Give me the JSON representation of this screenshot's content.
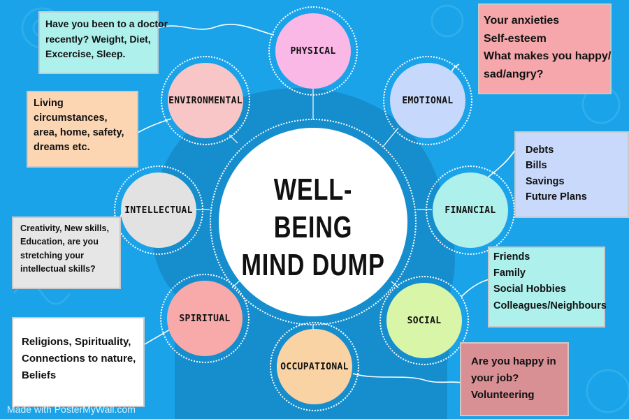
{
  "title": {
    "line1": "WELL-BEING",
    "line2": "MIND DUMP"
  },
  "colors": {
    "background": "#1aa3e8",
    "head_silhouette": "#1689c7",
    "physical": "#f9b8e6",
    "emotional": "#c6d8fb",
    "financial": "#aef0ec",
    "social": "#d8f5a8",
    "occupational": "#f9d3a4",
    "spiritual": "#f8aaaa",
    "intellectual": "#e2e2e2",
    "environmental": "#f8c6c6"
  },
  "nodes": {
    "physical": "PHYSICAL",
    "emotional": "EMOTIONAL",
    "financial": "FINANCIAL",
    "social": "SOCIAL",
    "occupational": "OCCUPATIONAL",
    "spiritual": "SPIRITUAL",
    "intellectual": "INTELLECTUAL",
    "environmental": "ENVIRONMENTAL"
  },
  "notes": {
    "physical": [
      "Have you been to a doctor",
      "recently? Weight, Diet,",
      "Excercise, Sleep."
    ],
    "environmental": [
      "Living",
      "circumstances,",
      "area, home, safety,",
      "dreams etc."
    ],
    "intellectual": [
      "Creativity, New skills,",
      "Education, are you",
      "stretching your",
      "intellectual skills?"
    ],
    "spiritual": [
      "Religions, Spirituality,",
      "Connections to nature,",
      "Beliefs"
    ],
    "emotional": [
      "Your anxieties",
      "Self-esteem",
      "What makes you happy/",
      "sad/angry?"
    ],
    "financial": [
      "Debts",
      "Bills",
      "Savings",
      "Future Plans"
    ],
    "social": [
      "Friends",
      "Family",
      "Social Hobbies",
      "Colleagues/Neighbours"
    ],
    "occupational": [
      "Are you happy in",
      "your job?",
      "Volunteering"
    ]
  },
  "watermark": "Made with PosterMyWall.com"
}
